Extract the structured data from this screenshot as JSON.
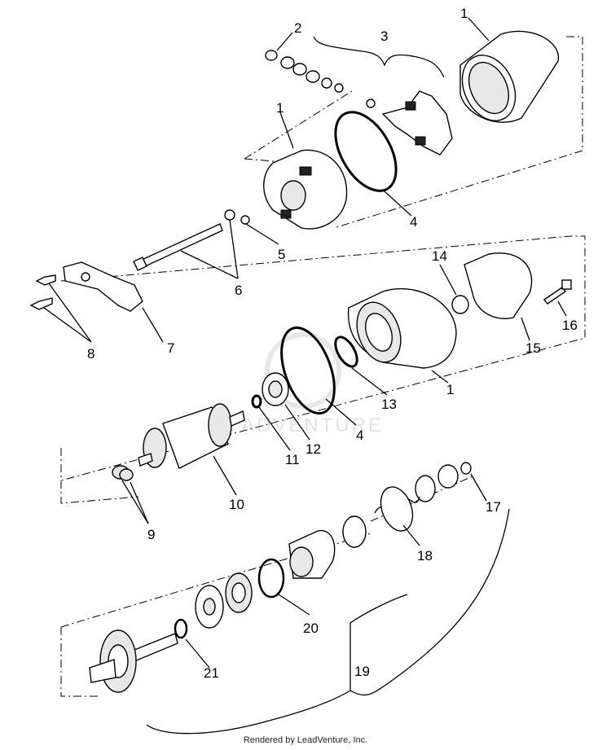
{
  "diagram": {
    "callouts": [
      "1",
      "2",
      "3",
      "1",
      "4",
      "5",
      "6",
      "7",
      "8",
      "14",
      "16",
      "15",
      "1",
      "13",
      "4",
      "12",
      "11",
      "10",
      "9",
      "17",
      "18",
      "20",
      "21",
      "19"
    ],
    "watermark": "ADVENTURE"
  },
  "footer": {
    "credit": "Rendered by LeadVenture, Inc."
  }
}
